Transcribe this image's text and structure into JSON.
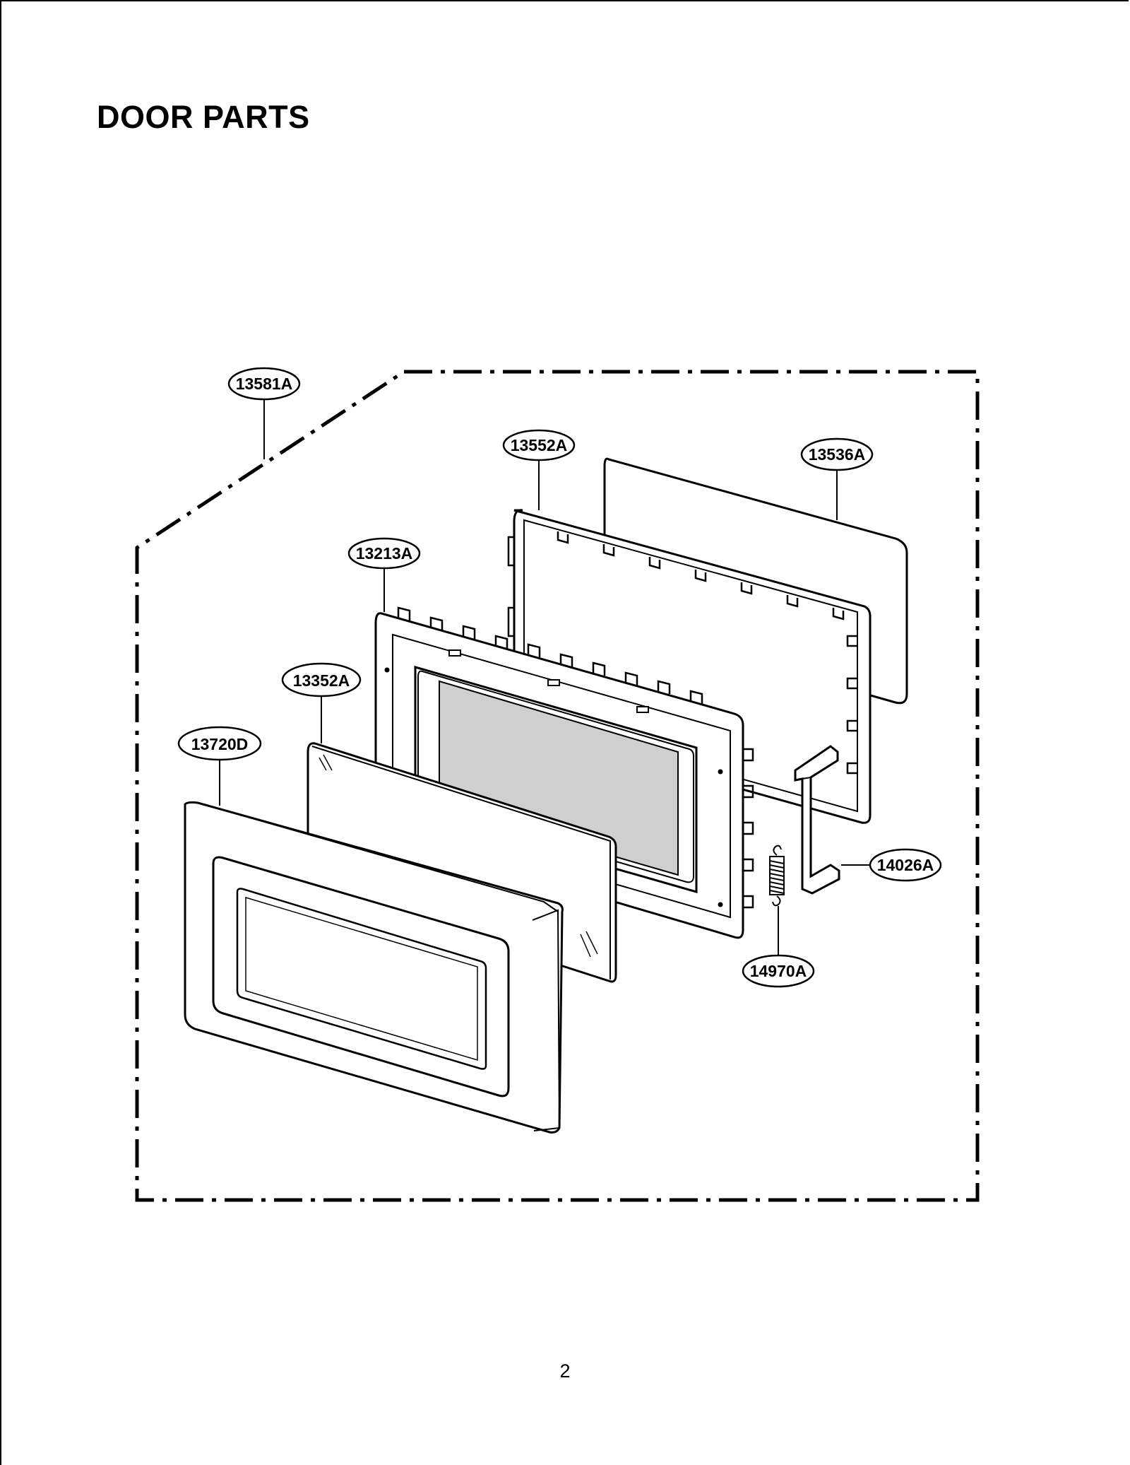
{
  "page": {
    "title": "DOOR PARTS",
    "page_number": "2"
  },
  "callouts": {
    "assembly": "13581A",
    "choke_cover": "13552A",
    "sheet": "13536A",
    "door_frame": "13213A",
    "glass": "13352A",
    "door_front": "13720D",
    "latch": "14026A",
    "spring": "14970A"
  }
}
